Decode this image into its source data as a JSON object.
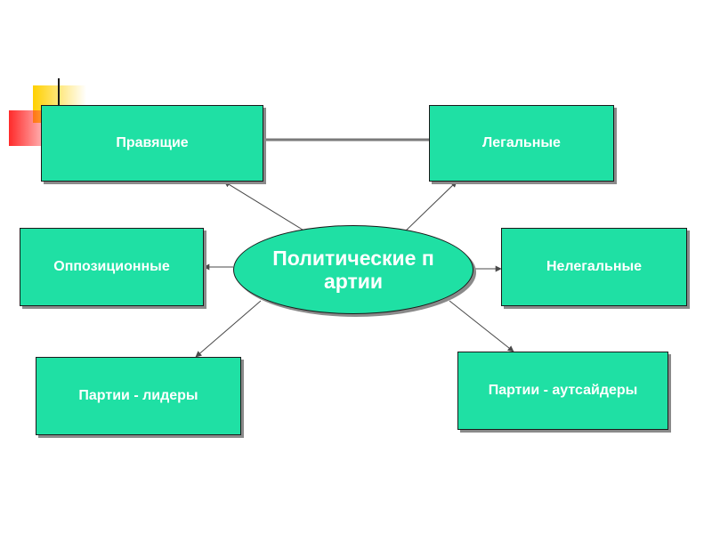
{
  "diagram": {
    "center_label": "Политические партии",
    "nodes": [
      {
        "id": "ruling",
        "label": "Правящие"
      },
      {
        "id": "legal",
        "label": "Легальные"
      },
      {
        "id": "opposition",
        "label": "Оппозиционные"
      },
      {
        "id": "illegal",
        "label": "Нелегальные"
      },
      {
        "id": "leaders",
        "label": "Партии - лидеры"
      },
      {
        "id": "outsiders",
        "label": "Партии - аутсайдеры"
      }
    ],
    "edges": [
      {
        "from": "center",
        "to": "ruling"
      },
      {
        "from": "center",
        "to": "legal"
      },
      {
        "from": "center",
        "to": "opposition"
      },
      {
        "from": "center",
        "to": "illegal"
      },
      {
        "from": "center",
        "to": "leaders"
      },
      {
        "from": "center",
        "to": "outsiders"
      }
    ],
    "colors": {
      "node_fill": "#1fe0a4",
      "node_text": "#ffffff",
      "accent_yellow": "#ffd000",
      "accent_red": "#ff2a2a"
    }
  }
}
